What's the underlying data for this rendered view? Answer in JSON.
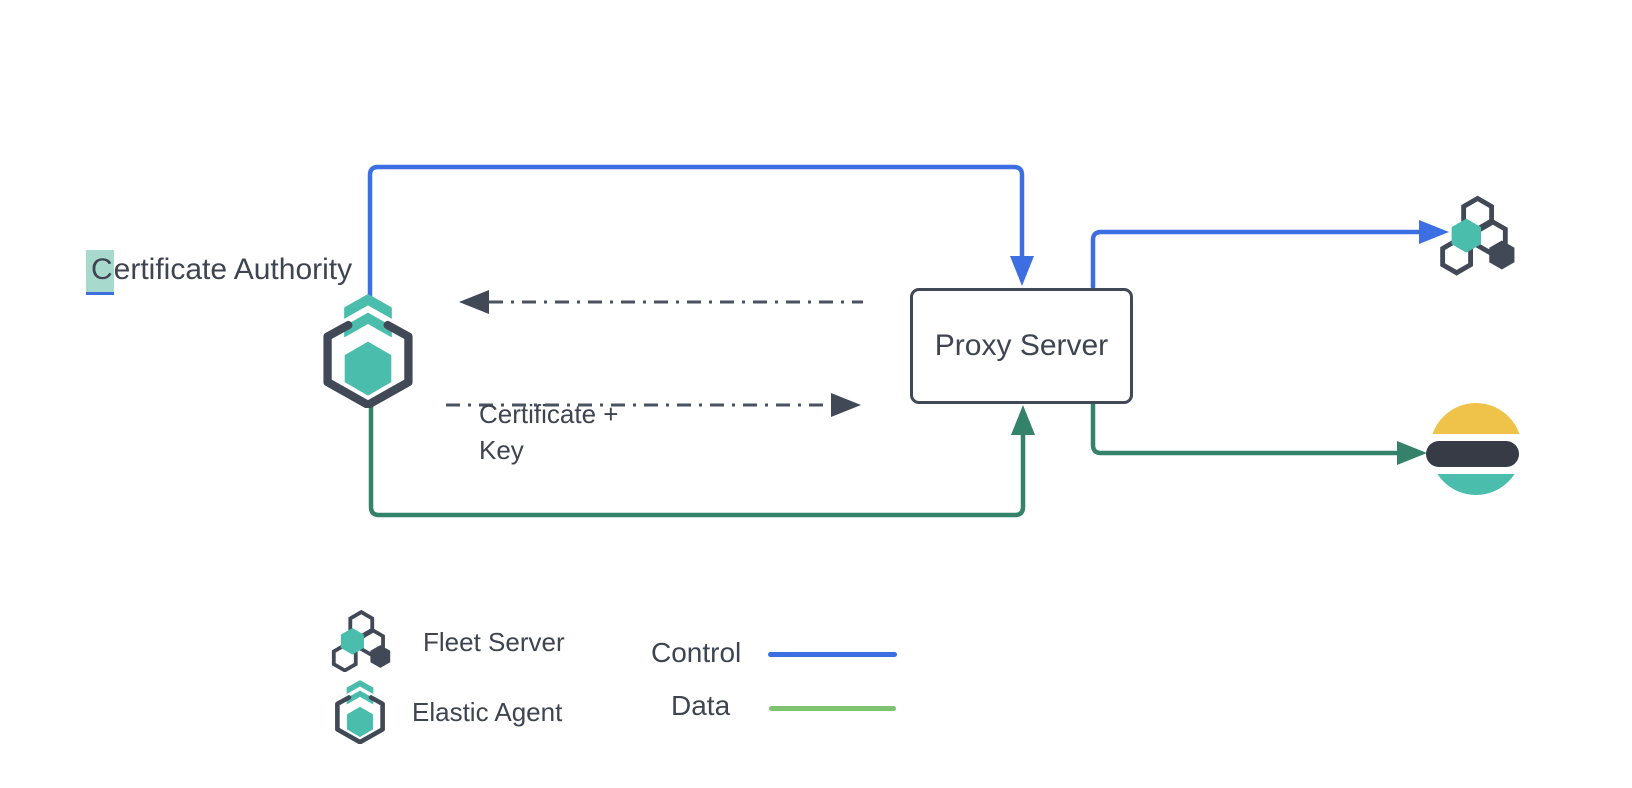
{
  "colors": {
    "background": "#ffffff",
    "control_blue": "#3d6fe2",
    "data_green": "#35826b",
    "legend_data_green": "#7cc46f",
    "slate_stroke": "#414856",
    "text": "#3e4450",
    "dashed_gray": "#4a5260",
    "teal": "#4abdac",
    "elastic_yellow": "#efc349",
    "elastic_dark": "#363b46",
    "highlight_teal": "#a7dacd"
  },
  "nodes": {
    "certificate_authority": {
      "label_full": "Certificate Authority",
      "label_first_letter": "C",
      "label_rest": "ertificate Authority",
      "first_letter_highlighted": true
    },
    "elastic_agent": {
      "icon": "elastic-agent-icon"
    },
    "proxy_server": {
      "label": "Proxy Server"
    },
    "fleet_server": {
      "icon": "fleet-server-icon"
    },
    "elasticsearch": {
      "icon": "elasticsearch-logo"
    }
  },
  "edges": {
    "control_agent_to_proxy": {
      "type": "control",
      "color": "#3d6fe2"
    },
    "control_proxy_to_fleet": {
      "type": "control",
      "color": "#3d6fe2"
    },
    "data_agent_to_proxy": {
      "type": "data",
      "color": "#35826b"
    },
    "data_proxy_to_elasticsearch": {
      "type": "data",
      "color": "#35826b"
    },
    "certificate_exchange": {
      "style": "dash-dot",
      "label_line1": "Certificate +",
      "label_line2": "Key",
      "direction": "both"
    }
  },
  "legend": {
    "items": [
      {
        "icon": "fleet-server-icon",
        "label": "Fleet Server"
      },
      {
        "icon": "elastic-agent-icon",
        "label": "Elastic Agent"
      }
    ],
    "lines": [
      {
        "label": "Control",
        "color": "#3d6fe2"
      },
      {
        "label": "Data",
        "color": "#7cc46f"
      }
    ]
  }
}
